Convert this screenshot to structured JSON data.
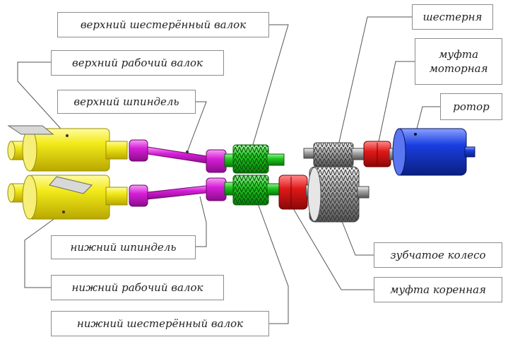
{
  "labels": {
    "upper_gear_roll": "верхний шестерённый валок",
    "upper_work_roll": "верхний рабочий валок",
    "upper_spindle": "верхний шпиндель",
    "lower_spindle": "нижний шпиндель",
    "lower_work_roll": "нижний рабочий валок",
    "lower_gear_roll": "нижний шестерённый валок",
    "pinion": "шестерня",
    "motor_coupling_line1": "муфта",
    "motor_coupling_line2": "моторная",
    "rotor": "ротор",
    "gear_wheel": "зубчатое колесо",
    "main_coupling": "муфта коренная"
  },
  "colors": {
    "work_rolls": "#f2ea1a",
    "spindles": "#d61fd6",
    "gear_rolls": "#1fc81f",
    "couplings": "#e01818",
    "gear_train": "#8c8c8c",
    "rotor": "#1a3fe0"
  }
}
